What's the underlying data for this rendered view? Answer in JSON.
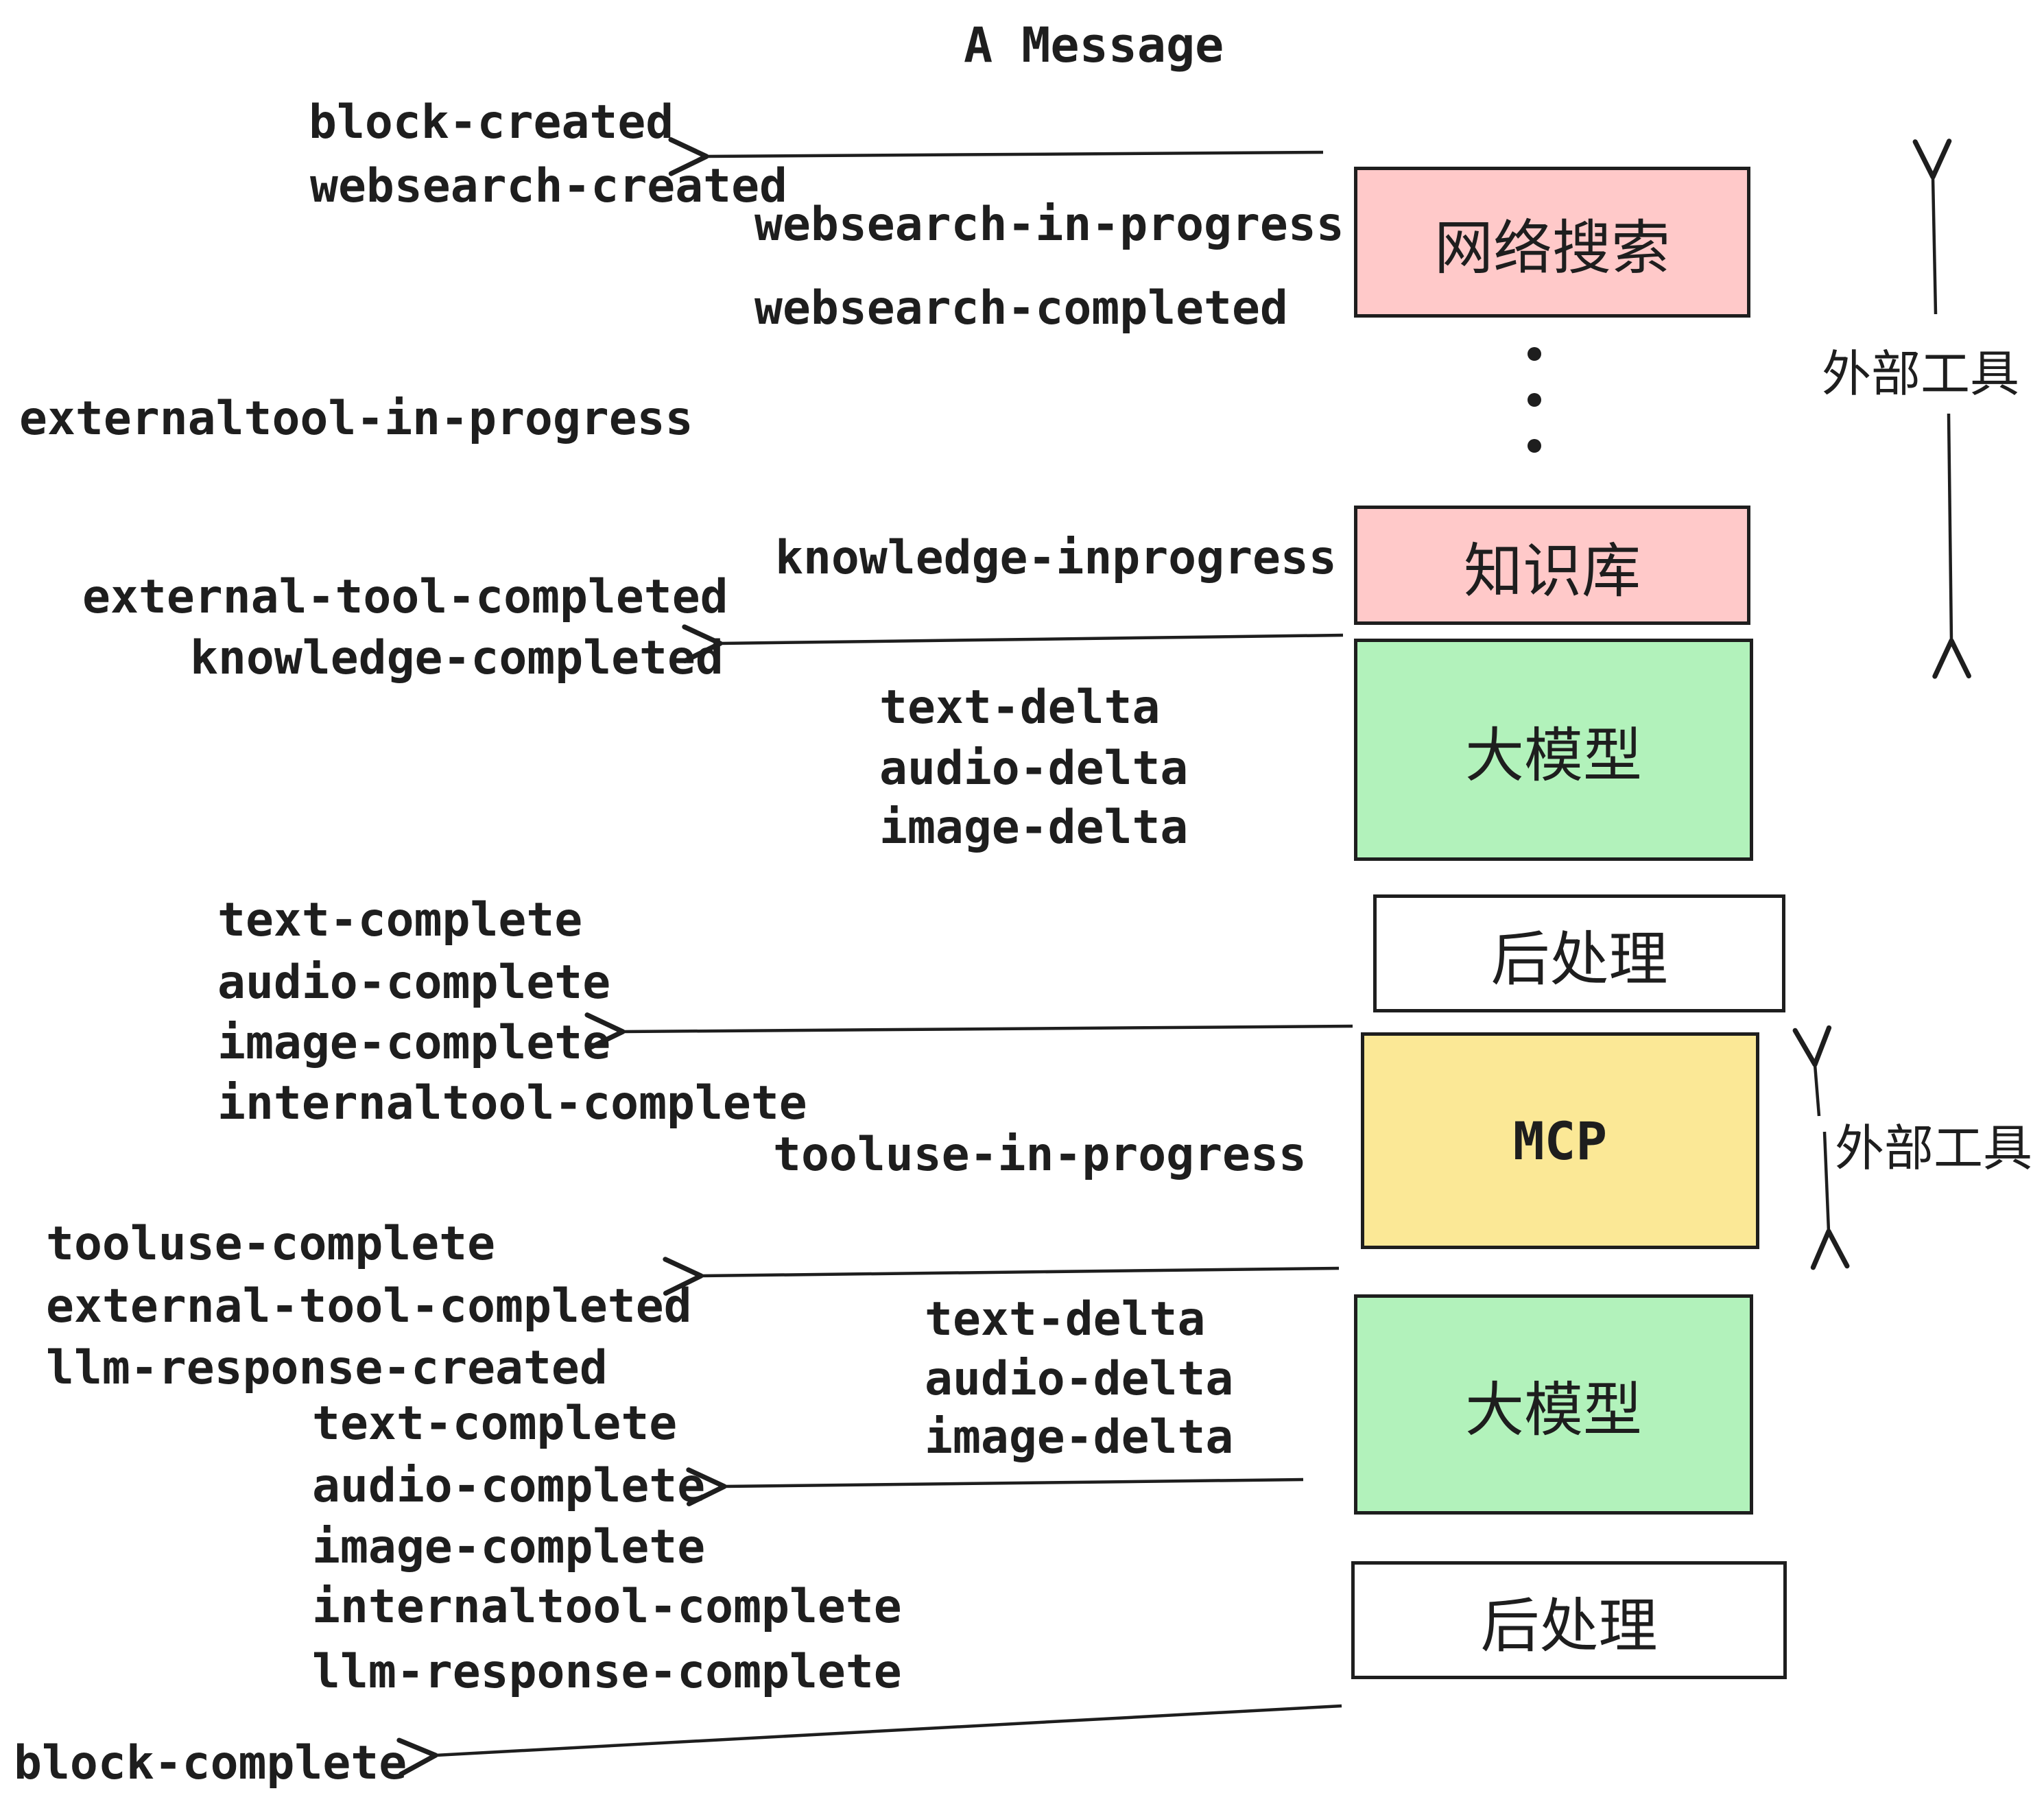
{
  "title": "A Message",
  "colors": {
    "box_pink": "#FFC9C9",
    "box_green": "#B2F2BB",
    "box_yellow": "#FBE896",
    "box_white": "#FFFFFF",
    "stroke": "#1E1E1E",
    "text": "#1E1E1E",
    "background": "#FFFFFF"
  },
  "events": [
    {
      "text": "block-created"
    },
    {
      "text": "websearch-created"
    },
    {
      "text": "websearch-in-progress"
    },
    {
      "text": "websearch-completed"
    },
    {
      "text": "externaltool-in-progress"
    },
    {
      "text": "knowledge-inprogress"
    },
    {
      "text": "external-tool-completed"
    },
    {
      "text": "knowledge-completed"
    },
    {
      "text": "text-delta"
    },
    {
      "text": "audio-delta"
    },
    {
      "text": "image-delta"
    },
    {
      "text": "text-complete"
    },
    {
      "text": "audio-complete"
    },
    {
      "text": "image-complete"
    },
    {
      "text": "internaltool-complete"
    },
    {
      "text": "tooluse-in-progress"
    },
    {
      "text": "tooluse-complete"
    },
    {
      "text": "external-tool-completed"
    },
    {
      "text": "llm-response-created"
    },
    {
      "text": "text-delta"
    },
    {
      "text": "audio-delta"
    },
    {
      "text": "image-delta"
    },
    {
      "text": "text-complete"
    },
    {
      "text": "audio-complete"
    },
    {
      "text": "image-complete"
    },
    {
      "text": "internaltool-complete"
    },
    {
      "text": "llm-response-complete"
    },
    {
      "text": "block-complete"
    }
  ],
  "boxes": [
    {
      "label": "网络搜索",
      "color": "#FFC9C9"
    },
    {
      "label": "知识库",
      "color": "#FFC9C9"
    },
    {
      "label": "大模型",
      "color": "#B2F2BB"
    },
    {
      "label": "后处理",
      "color": "#FFFFFF"
    },
    {
      "label": "MCP",
      "color": "#FBE896"
    },
    {
      "label": "大模型",
      "color": "#B2F2BB"
    },
    {
      "label": "后处理",
      "color": "#FFFFFF"
    }
  ],
  "side_labels": [
    {
      "text": "外部工具"
    },
    {
      "text": "外部工具"
    }
  ]
}
